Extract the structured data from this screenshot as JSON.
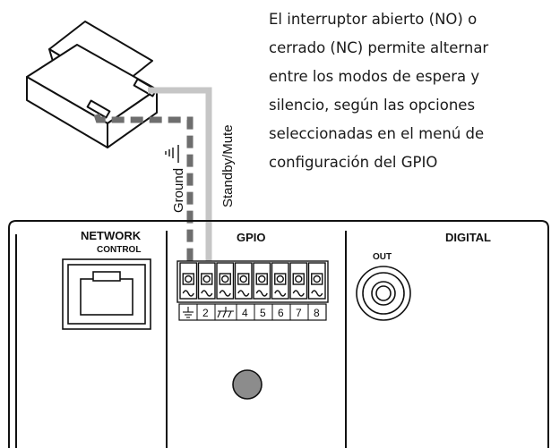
{
  "description_lines": [
    "El interruptor abierto (NO) o",
    "cerrado (NC) permite alternar",
    "entre los modos de espera y",
    "silencio, según las opciones",
    "seleccionadas en el menú de",
    "configuración del GPIO"
  ],
  "wires": {
    "ground": "Ground",
    "standby": "Standby/Mute"
  },
  "panel": {
    "network": "NETWORK",
    "network_sub": "CONTROL",
    "gpio": "GPIO",
    "digital": "DIGITAL",
    "digital_sub": "OUT"
  },
  "pins": [
    "2",
    "4",
    "5",
    "6",
    "7",
    "8"
  ],
  "colors": {
    "ground_wire": "#6e6e6e",
    "standby_wire": "#c6c6c6",
    "knob": "#8c8c8c"
  }
}
